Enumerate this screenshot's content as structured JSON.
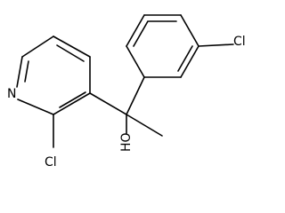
{
  "molecule": {
    "atom_labels": {
      "cl_top": "Cl",
      "n": "N",
      "cl_bottom": "Cl",
      "oh": "HO"
    },
    "colors": {
      "bond": "#000000",
      "label": "#000000",
      "background": "#ffffff"
    }
  }
}
